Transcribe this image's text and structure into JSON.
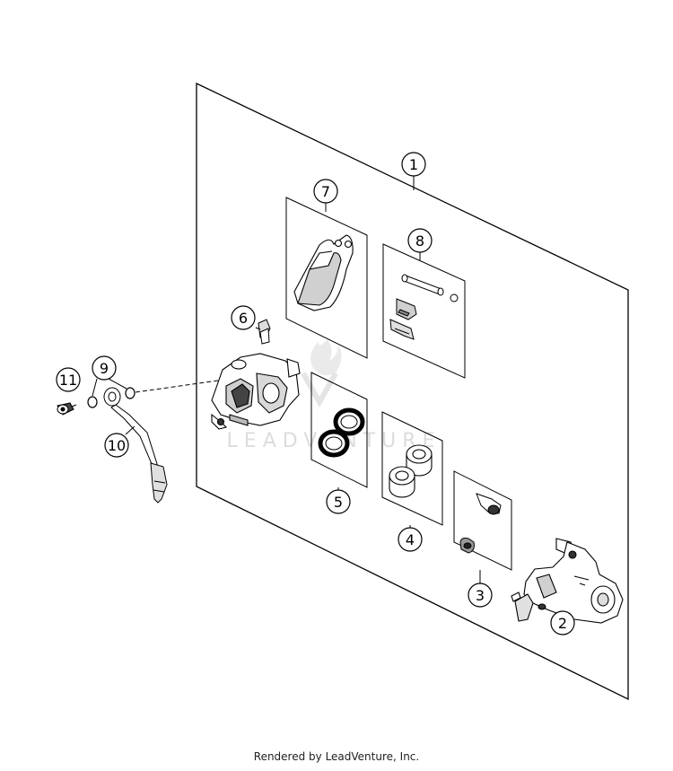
{
  "callouts": {
    "c1": "1",
    "c2": "2",
    "c3": "3",
    "c4": "4",
    "c5": "5",
    "c6": "6",
    "c7": "7",
    "c8": "8",
    "c9": "9",
    "c10": "10",
    "c11": "11"
  },
  "watermark": "LEADVENTURE",
  "footer": "Rendered by LeadVenture, Inc."
}
